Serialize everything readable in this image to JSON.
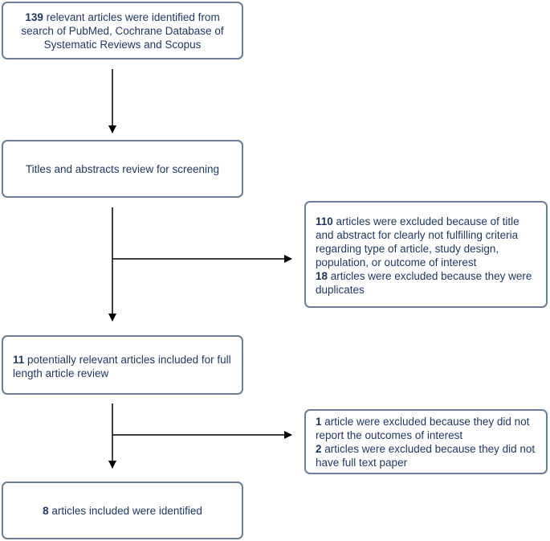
{
  "boxes": {
    "identified": {
      "count": "139",
      "text": " relevant articles were identified from search of PubMed, Cochrane Database of Systematic Reviews and Scopus"
    },
    "screening": {
      "text": "Titles and abstracts review for screening"
    },
    "excluded_1": {
      "count_a": "110",
      "text_a": " articles were excluded because of title and abstract for clearly not fulfilling criteria regarding type of article, study design, population, or outcome of interest",
      "count_b": "18",
      "text_b": " articles were excluded because they were duplicates"
    },
    "full_review": {
      "count": "11",
      "text": " potentially relevant articles included for full length article review"
    },
    "excluded_2": {
      "count_a": "1",
      "text_a": " article were excluded because they did not report the outcomes of interest",
      "count_b": "2",
      "text_b": " articles were excluded because they did not have full text paper"
    },
    "included": {
      "count": "8",
      "text": " articles included were identified"
    }
  },
  "colors": {
    "text": "#1f3864",
    "border": "#6b7d99",
    "arrow": "#000000"
  }
}
